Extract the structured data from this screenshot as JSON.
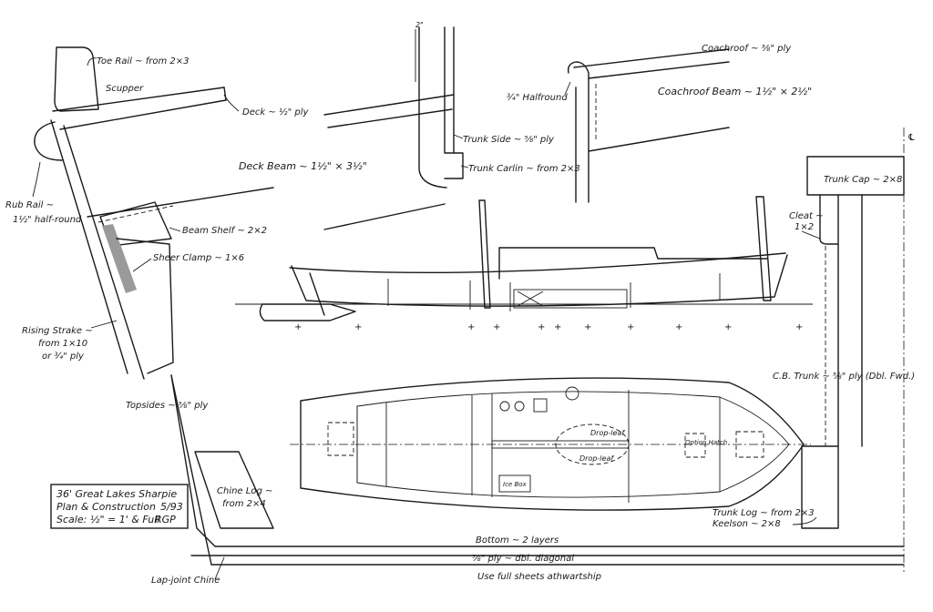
{
  "title_block": {
    "line1": "36' Great Lakes Sharpie",
    "line2": "Plan & Construction",
    "date": "5/93",
    "line3": "Scale: ½\" = 1' & Full",
    "signature": "RGP"
  },
  "labels": {
    "toe_rail": "Toe Rail ~ from 2×3",
    "scupper": "Scupper",
    "deck": "Deck ~ ½\" ply",
    "deck_beam": "Deck Beam ~ 1½\" × 3½\"",
    "trunk_side": "Trunk Side ~ ⅝\" ply",
    "trunk_carlin": "Trunk Carlin ~ from 2×3",
    "half_round": "¾\" Halfround",
    "coachroof": "Coachroof ~ ⅜\" ply",
    "coachroof_beam": "Coachroof Beam ~ 1½\" × 2½\"",
    "trunk_cap": "Trunk Cap ~ 2×8",
    "cleat": "Cleat ~",
    "cleat_size": "1×2",
    "rub_rail": "Rub Rail ~",
    "rub_rail_size": "1½\" half-round",
    "beam_shelf": "Beam Shelf ~ 2×2",
    "sheer_clamp": "Sheer Clamp ~ 1×6",
    "rising_strake": "Rising Strake ~",
    "rising_strake_2": "from 1×10",
    "rising_strake_3": "or ¾\" ply",
    "topsides": "Topsides ~ ⅝\" ply",
    "cb_trunk": "C.B. Trunk ~ ⅝\" ply (Dbl. Fwd.)",
    "chine_log": "Chine Log ~",
    "chine_log_size": "from 2×4",
    "trunk_log": "Trunk Log ~ from 2×3",
    "keelson": "Keelson ~ 2×8",
    "bottom": "Bottom ~ 2 layers",
    "bottom_ply": "⅝\" ply ~ dbl. diagonal",
    "use_full_sheets": "Use full sheets athwartship",
    "lap_joint_chine": "Lap-joint Chine",
    "drop_leaf_1": "Drop-leaf",
    "drop_leaf_2": "Drop-leaf",
    "ice_box": "Ice Box",
    "option_hatch": "Option Hatch",
    "two_inch": "2\"",
    "centerline_mark": "℄"
  }
}
